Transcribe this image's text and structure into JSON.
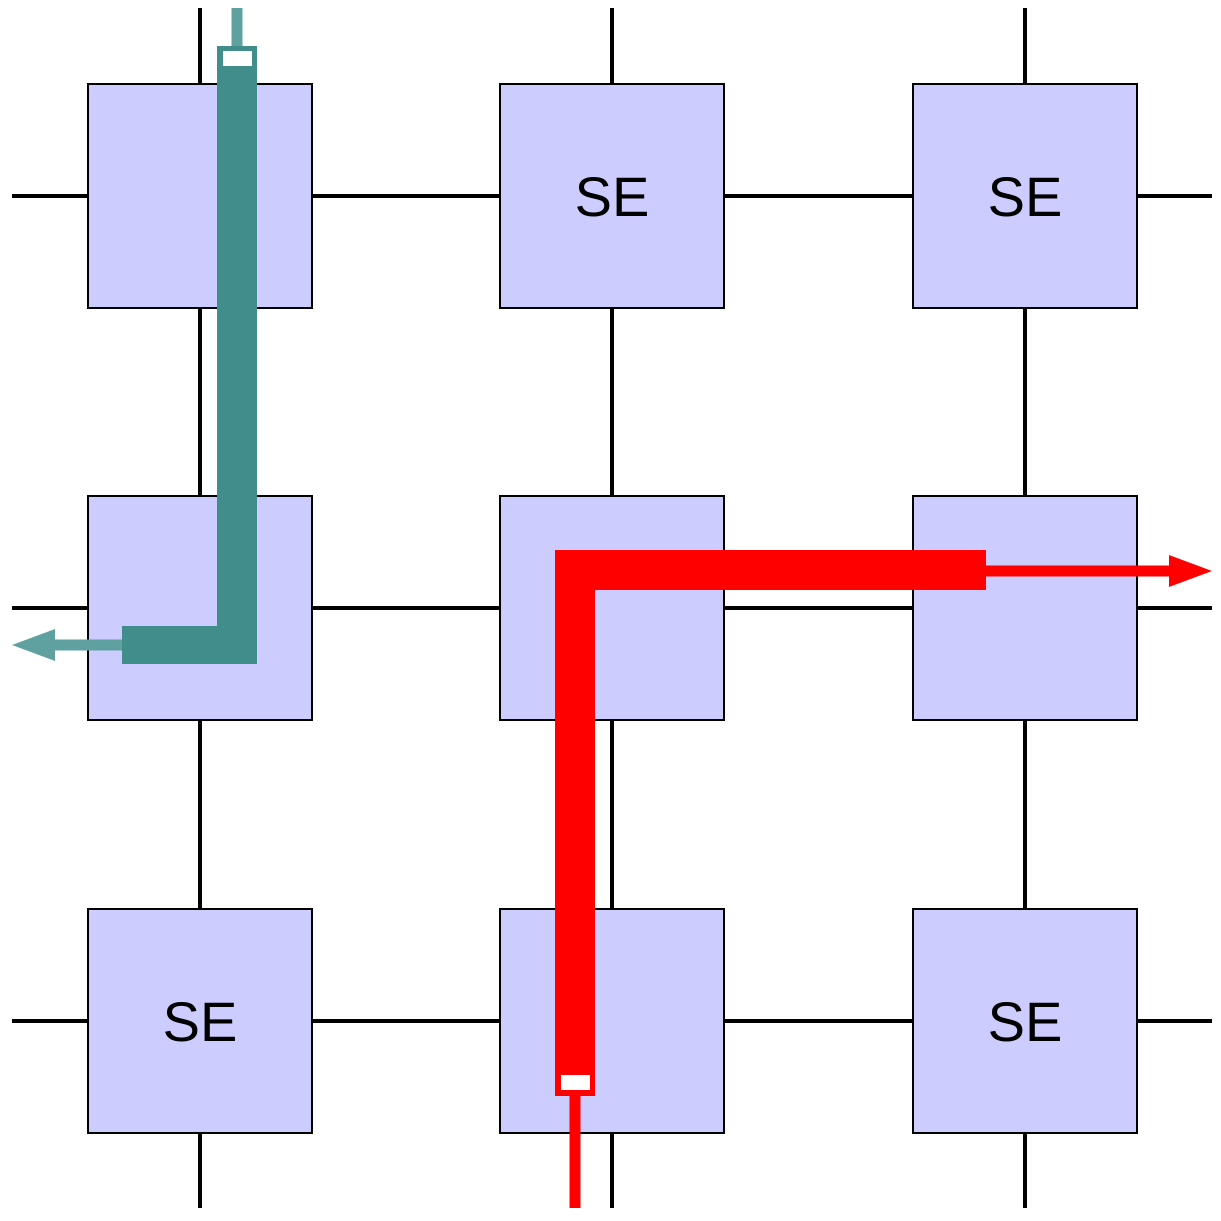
{
  "grid": {
    "rows": 3,
    "cols": 3,
    "node_label": "SE",
    "nodes": [
      {
        "row": 0,
        "col": 0,
        "label": ""
      },
      {
        "row": 0,
        "col": 1,
        "label": "SE"
      },
      {
        "row": 0,
        "col": 2,
        "label": "SE"
      },
      {
        "row": 1,
        "col": 0,
        "label": ""
      },
      {
        "row": 1,
        "col": 1,
        "label": ""
      },
      {
        "row": 1,
        "col": 2,
        "label": ""
      },
      {
        "row": 2,
        "col": 0,
        "label": "SE"
      },
      {
        "row": 2,
        "col": 1,
        "label": ""
      },
      {
        "row": 2,
        "col": 2,
        "label": "SE"
      }
    ]
  },
  "colors": {
    "node_fill": "#ccccff",
    "wire": "#000000",
    "teal_route": "#408d8c",
    "teal_light": "#5fa1a0",
    "red_route": "#ff0000"
  },
  "routes": [
    {
      "name": "teal",
      "from": {
        "row": 0,
        "col": 0,
        "side": "top"
      },
      "to": {
        "row": 1,
        "col": 0,
        "side": "left"
      }
    },
    {
      "name": "red",
      "from": {
        "row": 2,
        "col": 1,
        "side": "bottom"
      },
      "to": {
        "row": 1,
        "col": 2,
        "side": "right"
      }
    }
  ]
}
